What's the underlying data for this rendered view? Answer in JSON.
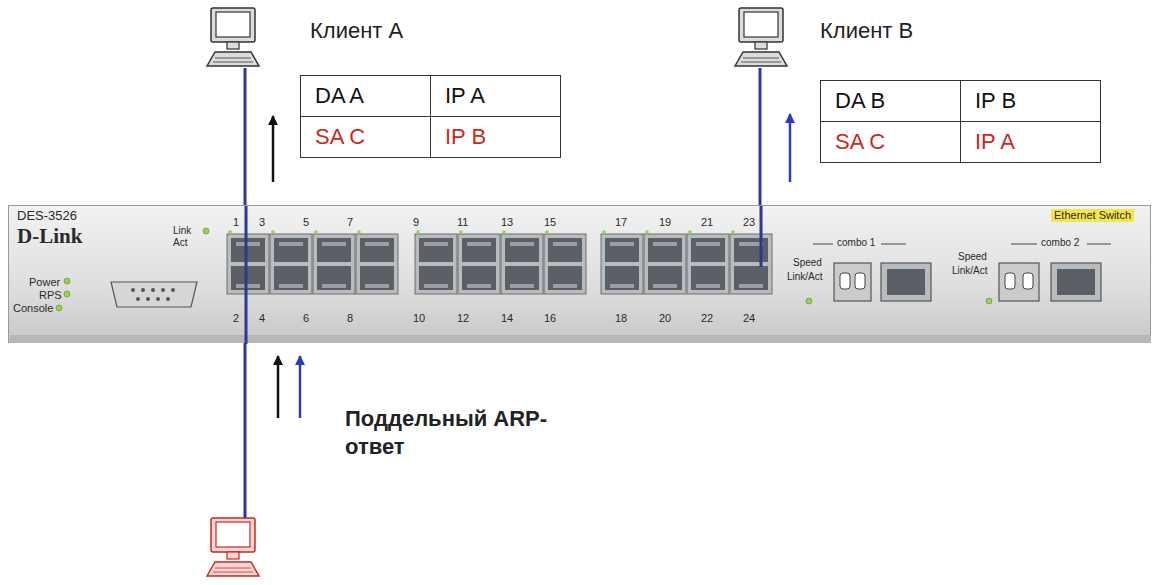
{
  "diagram": {
    "nodes": [
      {
        "text": [
          "Клиент A"
        ]
      },
      {
        "text": [
          "Клиент B"
        ]
      },
      {
        "text": [
          "DES-3526",
          "D-Link",
          "Power",
          "RPS",
          "Console",
          "Link",
          "Act",
          "1",
          "3",
          "5",
          "7",
          "9",
          "11",
          "13",
          "15",
          "17",
          "19",
          "21",
          "23",
          "2",
          "4",
          "6",
          "8",
          "10",
          "12",
          "14",
          "16",
          "18",
          "20",
          "22",
          "24",
          "Speed",
          "Link/Act",
          "combo 1",
          "Ethernet Switch",
          "Speed",
          "Link/Act",
          "combo 2"
        ]
      }
    ],
    "edges": [
      {
        "from": 0,
        "to": 2,
        "arrow": "none"
      },
      {
        "from": 1,
        "to": 2,
        "arrow": "none"
      }
    ],
    "labels": [
      "DA A",
      "IP A",
      "SA C",
      "IP B",
      "DA B",
      "IP B",
      "SA C",
      "IP A",
      "Поддельный ARP-ответ"
    ]
  }
}
